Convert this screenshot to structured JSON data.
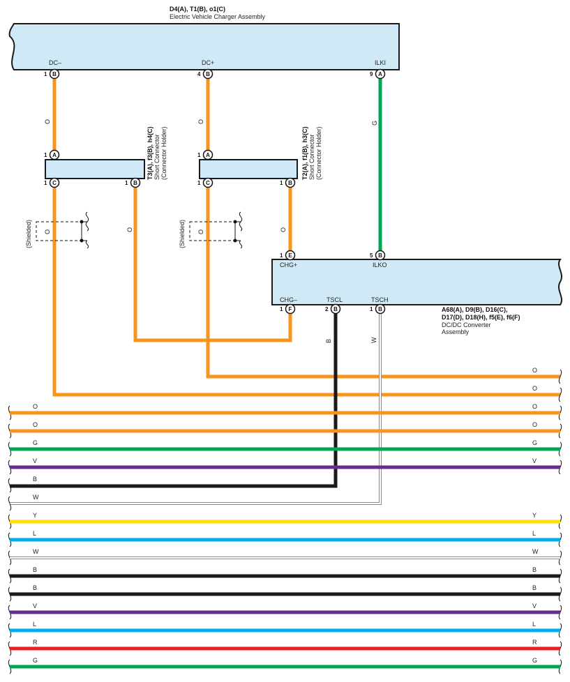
{
  "components": {
    "charger": {
      "ids": "D4(A), T1(B), o1(C)",
      "name": "Electric Vehicle Charger Assembly",
      "pins": [
        {
          "num": "1",
          "conn": "B",
          "name": "DC–"
        },
        {
          "num": "4",
          "conn": "B",
          "name": "DC+"
        },
        {
          "num": "9",
          "conn": "A",
          "name": "ILKI"
        }
      ]
    },
    "short1": {
      "ids": "T3(A), f3(B), h4(C)",
      "name": "Short Connector",
      "sub": "(Connector Holder)",
      "pins": [
        {
          "num": "1",
          "conn": "A"
        },
        {
          "num": "1",
          "conn": "C"
        },
        {
          "num": "1",
          "conn": "B"
        }
      ]
    },
    "short2": {
      "ids": "T2(A), f1(B), h3(C)",
      "name": "Short Connector",
      "sub": "(Connector Holder)",
      "pins": [
        {
          "num": "1",
          "conn": "A"
        },
        {
          "num": "1",
          "conn": "C"
        },
        {
          "num": "1",
          "conn": "B"
        }
      ]
    },
    "dcdc": {
      "ids_line1": "A68(A), D9(B), D16(C),",
      "ids_line2": "D17(D), D18(H), f5(E), f6(F)",
      "name_line1": "DC/DC Converter",
      "name_line2": "Assembly",
      "pins": [
        {
          "num": "1",
          "conn": "E",
          "name": "CHG+"
        },
        {
          "num": "5",
          "conn": "B",
          "name": "ILKO"
        },
        {
          "num": "1",
          "conn": "F",
          "name": "CHG–"
        },
        {
          "num": "2",
          "conn": "B",
          "name": "TSCL"
        },
        {
          "num": "1",
          "conn": "B",
          "name": "TSCH"
        }
      ]
    }
  },
  "shielded_label": "(Shielded)",
  "wire_labels": {
    "dc_minus": "O",
    "dc_plus": "O",
    "ilk": "G",
    "shield1": "O",
    "shield2": "O",
    "short1_b": "O",
    "short2_b": "O",
    "tscl": "B",
    "tsch": "W"
  },
  "colors": {
    "O": "#f7941d",
    "G": "#00a651",
    "V": "#662d91",
    "B": "#1a1a1a",
    "W": "#ffffff",
    "Y": "#ffde00",
    "L": "#00aeef",
    "R": "#ed1c24",
    "box_fill": "#cfe9f6"
  },
  "buses": [
    {
      "left": "",
      "right": "O"
    },
    {
      "left": "",
      "right": "O"
    },
    {
      "left": "O",
      "right": "O"
    },
    {
      "left": "O",
      "right": "O"
    },
    {
      "left": "G",
      "right": "G"
    },
    {
      "left": "V",
      "right": "V"
    },
    {
      "left": "B",
      "right": ""
    },
    {
      "left": "W",
      "right": ""
    },
    {
      "left": "Y",
      "right": "Y"
    },
    {
      "left": "L",
      "right": "L"
    },
    {
      "left": "W",
      "right": "W"
    },
    {
      "left": "B",
      "right": "B"
    },
    {
      "left": "B",
      "right": "B"
    },
    {
      "left": "V",
      "right": "V"
    },
    {
      "left": "L",
      "right": "L"
    },
    {
      "left": "R",
      "right": "R"
    },
    {
      "left": "G",
      "right": "G"
    }
  ]
}
